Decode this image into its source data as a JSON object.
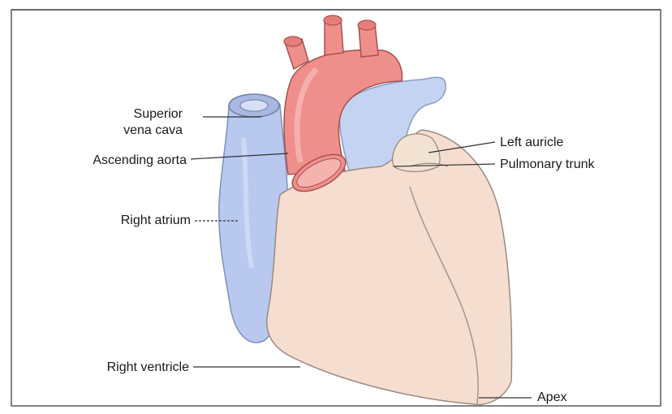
{
  "figure": {
    "labels": {
      "superior_vena_cava_line1": "Superior",
      "superior_vena_cava_line2": "vena cava",
      "ascending_aorta": "Ascending aorta",
      "right_atrium": "Right atrium",
      "right_ventricle": "Right ventricle",
      "left_auricle": "Left auricle",
      "pulmonary_trunk": "Pulmonary trunk",
      "apex": "Apex"
    },
    "colors": {
      "frame_border": "#5a5a5a",
      "ventricle_fill": "#f5ddd0",
      "ventricle_stroke": "#9a8a80",
      "vein_fill": "#b9c8ee",
      "vein_stroke": "#7f90b8",
      "aorta_fill": "#ef8f8c",
      "aorta_stroke": "#a5514e",
      "pulmonary_fill": "#c3d3f1",
      "auricle_fill": "#f2e2d2",
      "leader_line": "#333333"
    }
  }
}
